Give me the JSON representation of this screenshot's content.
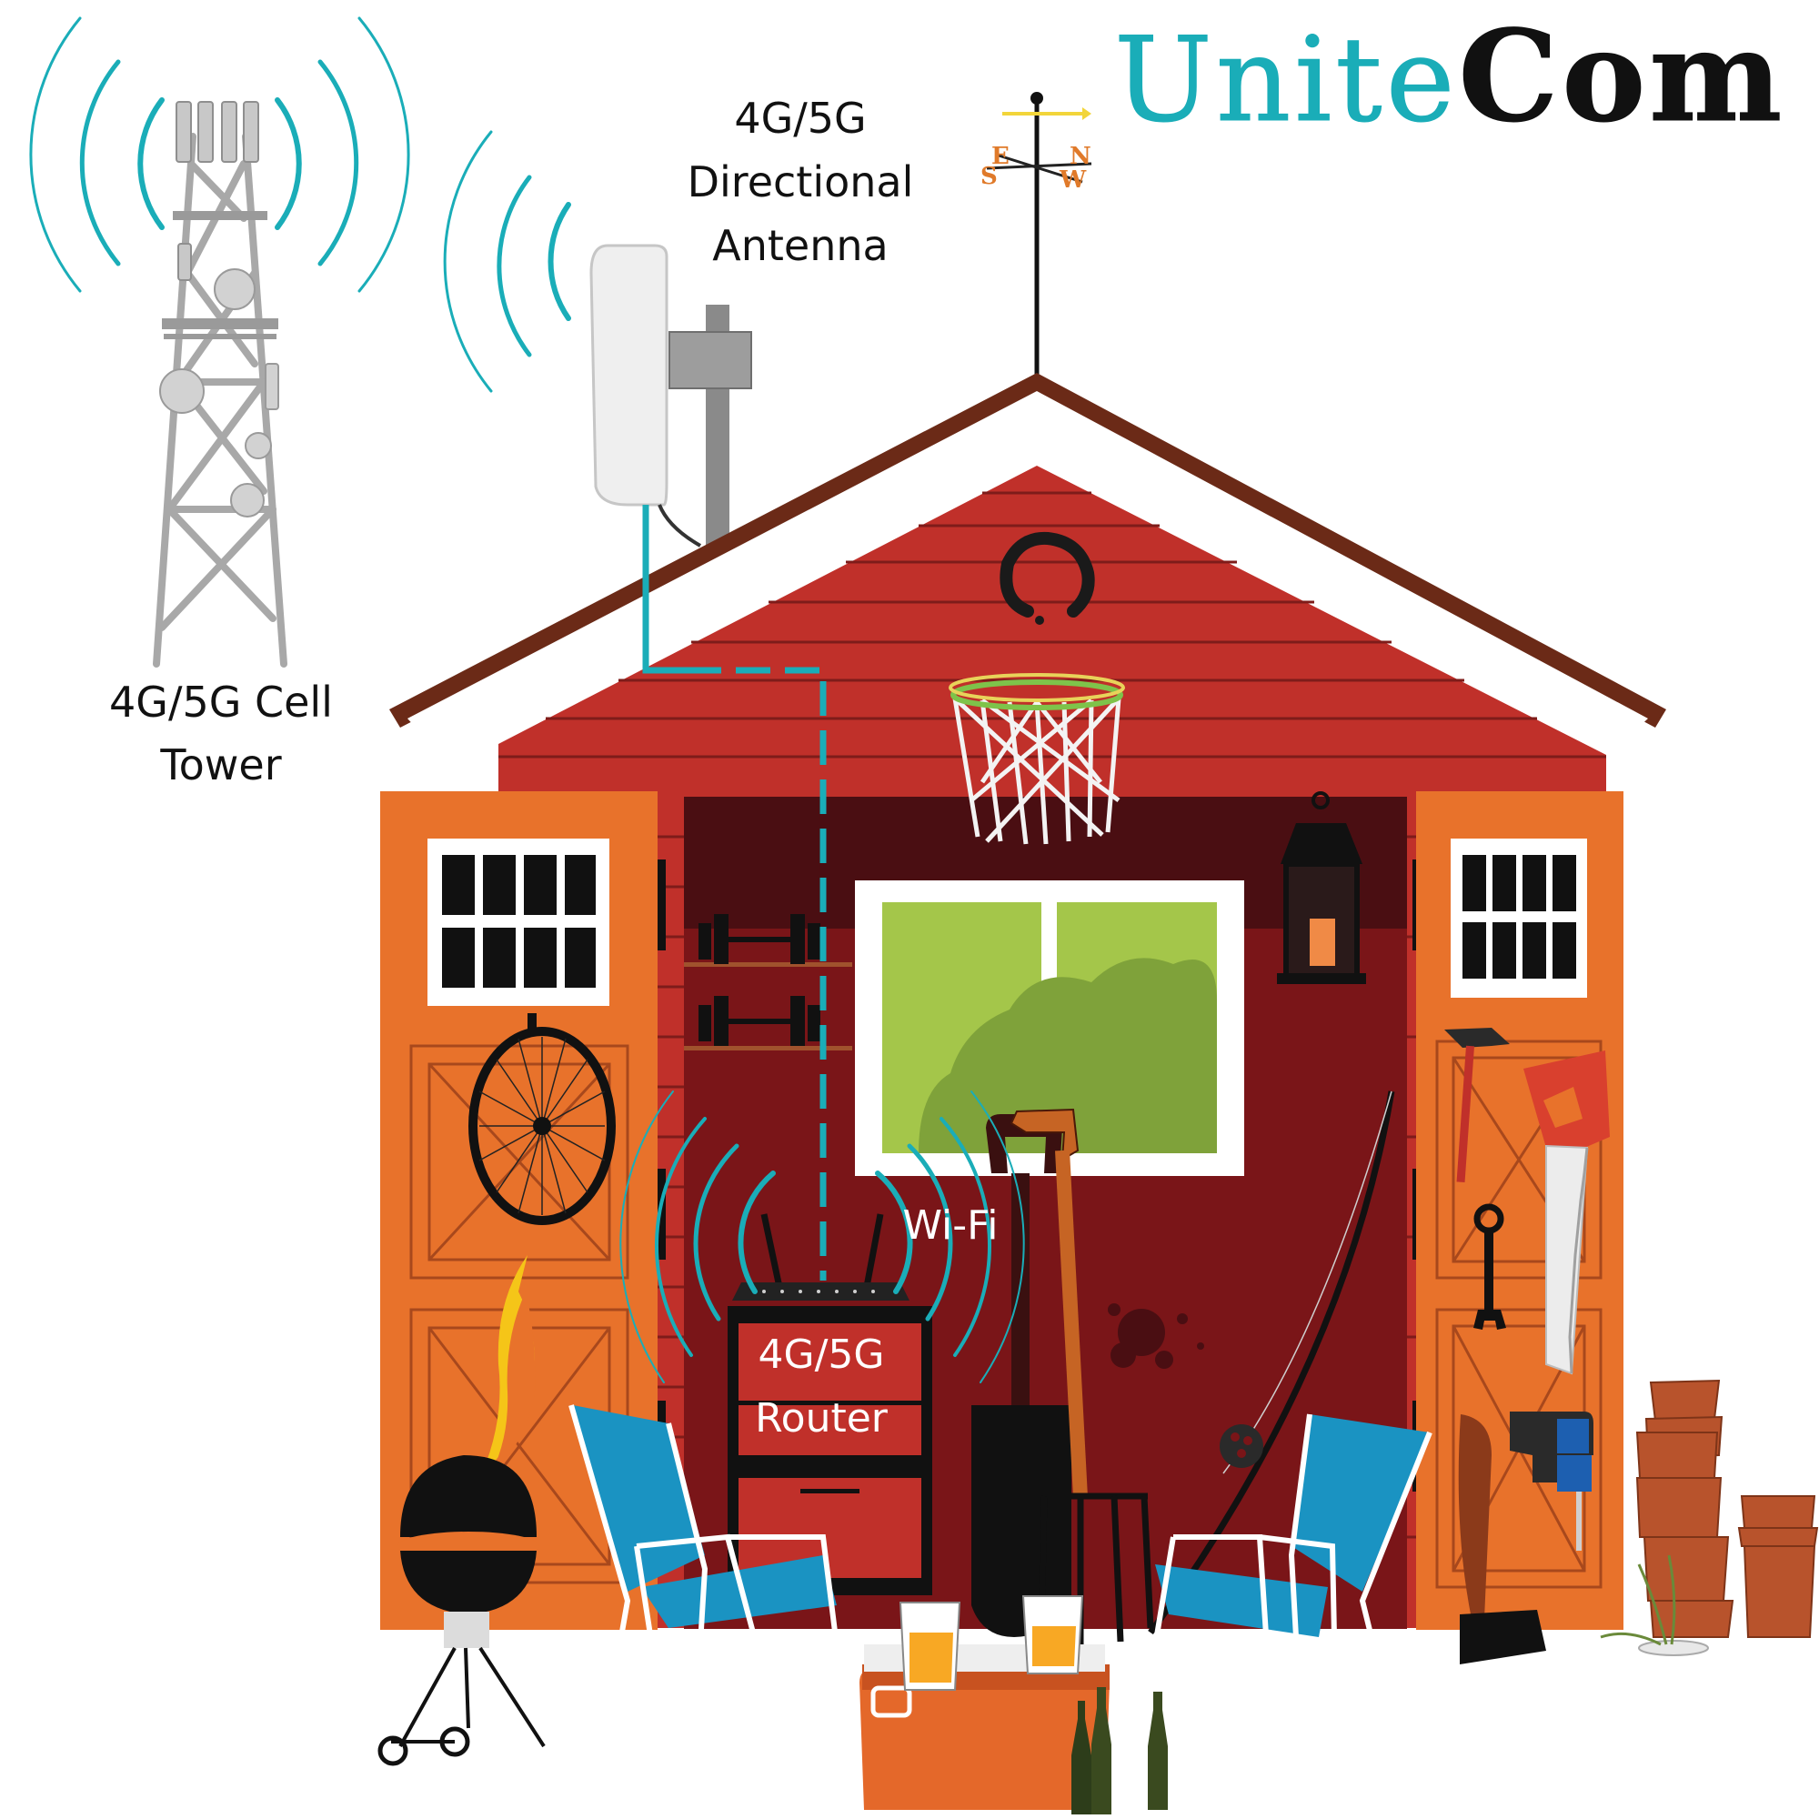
{
  "brand": {
    "part1": "Unite",
    "part2": "Com"
  },
  "labels": {
    "tower": [
      "4G/5G Cell",
      "Tower"
    ],
    "antenna": [
      "4G/5G",
      "Directional",
      "Antenna"
    ],
    "wifi": "Wi-Fi",
    "router": [
      "4G/5G",
      "Router"
    ]
  },
  "compass": {
    "n": "N",
    "e": "E",
    "s": "S",
    "w": "W"
  },
  "colors": {
    "accent": "#1aadb8",
    "logo_dark": "#111111",
    "shed_wall": "#c0302a",
    "shed_interior": "#7a1518",
    "roof_trim": "#6b2a17",
    "door": "#e8722b",
    "glass": "#a4c64a",
    "chair": "#1a93c2",
    "cooler": "#e4682a",
    "pots": "#b8532c"
  }
}
